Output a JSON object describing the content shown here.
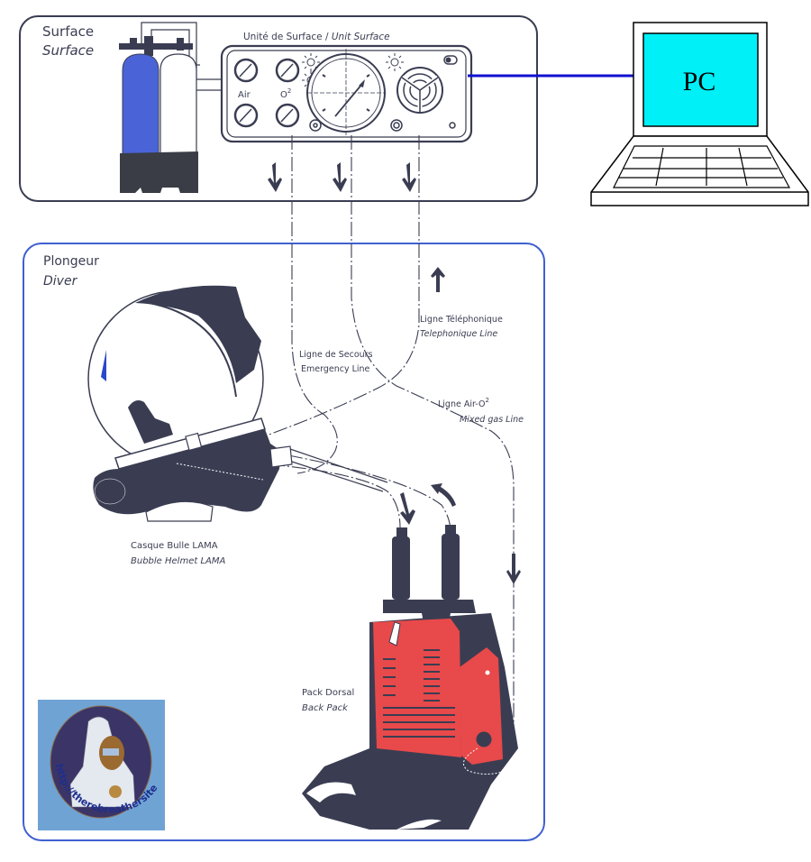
{
  "colors": {
    "ink": "#3a3d52",
    "cylinder_blue": "#4a64d8",
    "pc_screen": "#00f0f8",
    "cable_blue": "#1010d0",
    "backpack_red": "#e8494a",
    "logo_bg": "#6fa3d4",
    "logo_circle": "#3b3466",
    "logo_text": "#1d2f8f",
    "diver_frame": "#4060d0"
  },
  "surface": {
    "title": "Surface",
    "title_en": "Surface",
    "unit_title_fr": "Unité de Surface",
    "unit_separator": " / ",
    "unit_title_en": "Unit Surface",
    "gauge_label_air": "Air",
    "gauge_label_o2": "O",
    "gauge_label_o2_sup": "2"
  },
  "pc": {
    "label": "PC"
  },
  "diver": {
    "title": "Plongeur",
    "title_en": "Diver",
    "lines": {
      "emergency_fr": "Ligne de Secours",
      "emergency_en": "Emergency Line",
      "telephone_fr": "Ligne Téléphonique",
      "telephone_en": "Telephonique Line",
      "mixed_fr": "Ligne Air-O",
      "mixed_fr_sup": "2",
      "mixed_en": "Mixed gas Line"
    },
    "helmet_fr": "Casque Bulle LAMA",
    "helmet_en": "Bubble Helmet LAMA",
    "backpack_fr": "Pack Dorsal",
    "backpack_en": "Back Pack"
  },
  "logo": {
    "url_text": "http://therebreathersite.nl"
  }
}
